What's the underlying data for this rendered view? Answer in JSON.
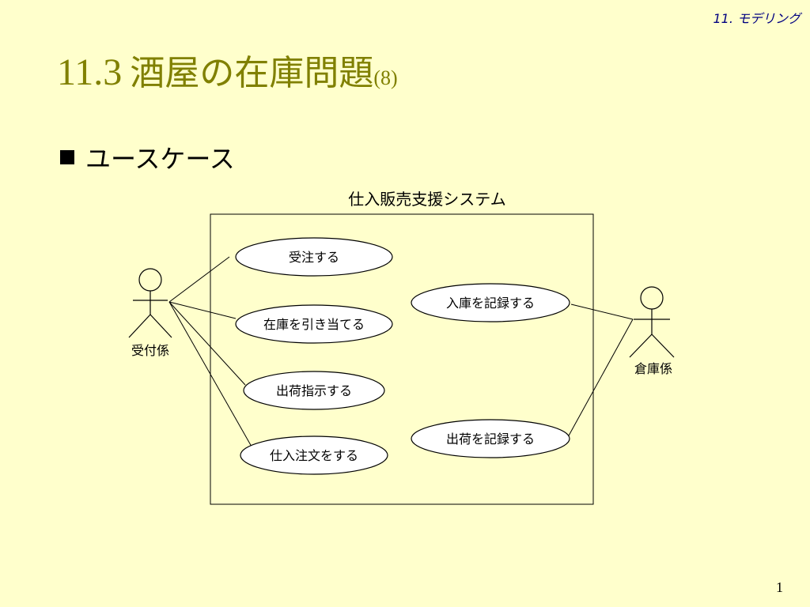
{
  "header": {
    "section_label": "11. モデリング"
  },
  "title": {
    "number": "11.3",
    "text": "酒屋の在庫問題",
    "suffix": "(8)"
  },
  "bullet": {
    "text": "ユースケース"
  },
  "diagram": {
    "system_name": "仕入販売支援システム",
    "actors": {
      "order_clerk": "受付係",
      "warehouse_clerk": "倉庫係"
    },
    "use_cases": {
      "receive_order": "受注する",
      "allocate_stock": "在庫を引き当てる",
      "instruct_shipment": "出荷指示する",
      "order_purchase": "仕入注文をする",
      "record_receipt": "入庫を記録する",
      "record_shipment": "出荷を記録する"
    }
  },
  "footer": {
    "page_number": "1"
  }
}
